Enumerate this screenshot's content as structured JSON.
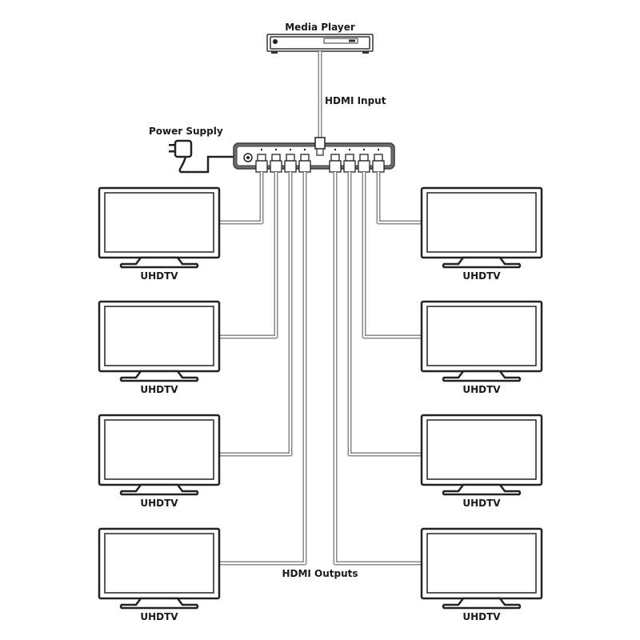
{
  "labels": {
    "media_player": "Media Player",
    "hdmi_input": "HDMI Input",
    "power_supply": "Power Supply",
    "hdmi_outputs": "HDMI Outputs"
  },
  "displays": [
    {
      "label": "UHDTV"
    },
    {
      "label": "UHDTV"
    },
    {
      "label": "UHDTV"
    },
    {
      "label": "UHDTV"
    },
    {
      "label": "UHDTV"
    },
    {
      "label": "UHDTV"
    },
    {
      "label": "UHDTV"
    },
    {
      "label": "UHDTV"
    }
  ]
}
